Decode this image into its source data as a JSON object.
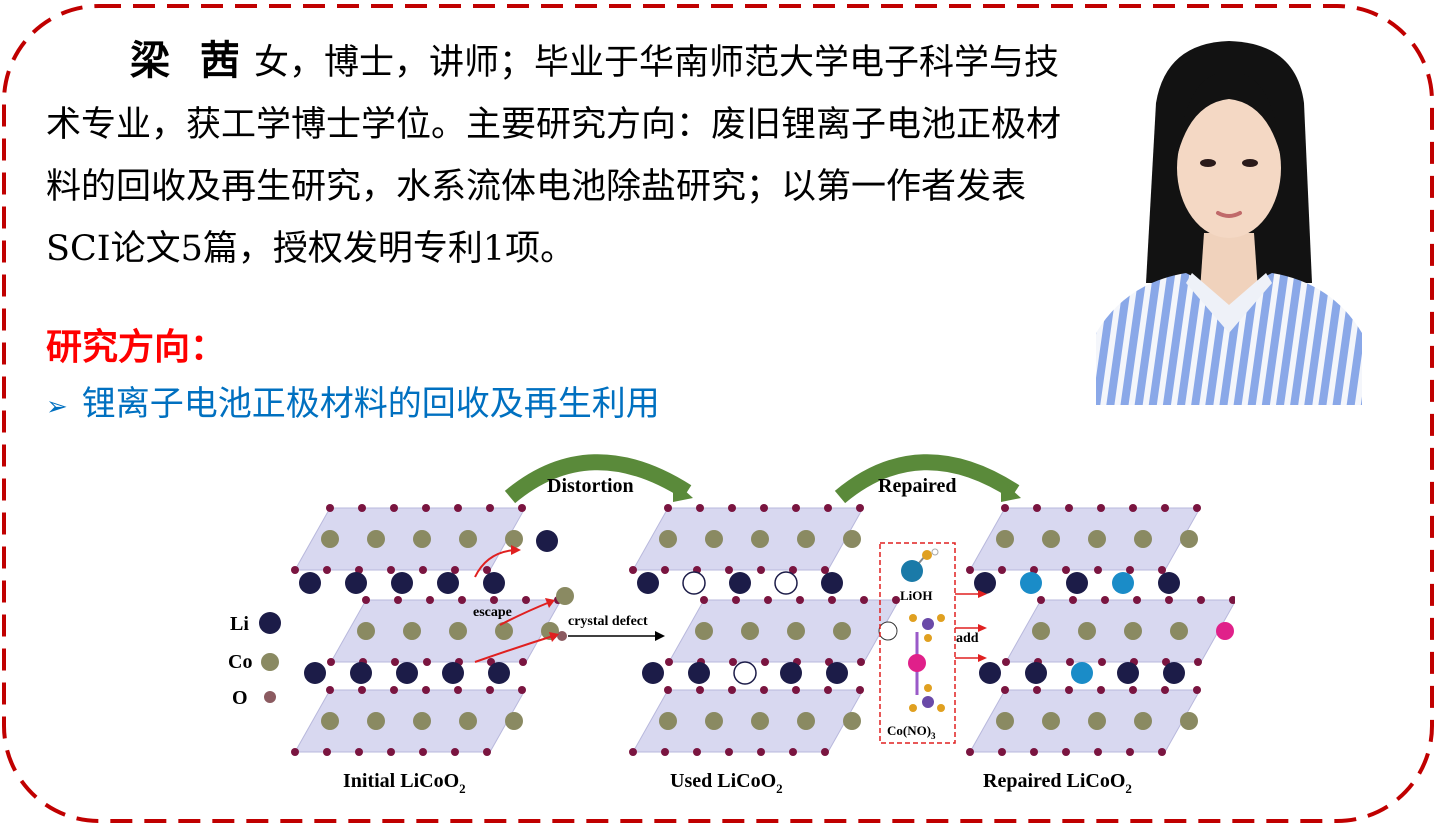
{
  "profile": {
    "name": "梁 茜",
    "bio": "女，博士，讲师；毕业于华南师范大学电子科学与技术专业，获工学博士学位。主要研究方向：废旧锂离子电池正极材料的回收及再生研究，水系流体电池除盐研究；以第一作者发表SCI论文5篇，授权发明专利1项。"
  },
  "research": {
    "heading": "研究方向：",
    "items": [
      "锂离子电池正极材料的回收及再生利用"
    ]
  },
  "figure": {
    "legend": [
      {
        "label": "Li",
        "color": "#2a2a5c"
      },
      {
        "label": "Co",
        "color": "#8a8a5a"
      },
      {
        "label": "O",
        "color": "#8b5a60"
      }
    ],
    "step1_label": "Distortion",
    "step2_label": "Repaired",
    "escape_label": "escape",
    "defect_label": "crystal defect",
    "lioh_label": "LiOH",
    "add_label": "add",
    "cono3_prefix": "Co(NO)",
    "cono3_sub": "3",
    "panel_prefix": "LiCoO",
    "panel_sub": "2",
    "panel_labels": [
      "Initial LiCoO2",
      "Used LiCoO2",
      "Repaired LiCoO2"
    ],
    "panel_names": [
      "Initial",
      "Used",
      "Repaired"
    ],
    "colors": {
      "frame": "#c00000",
      "arrow": "#5a8a3a",
      "oxygen": "#7a1540",
      "lithium": "#1c1c48",
      "cobalt": "#8a8a62",
      "repair_li": "#1a8cc8",
      "cobalt_new": "#e0208a",
      "defect_o": "#e09020",
      "slab": "#d8d8f0"
    }
  }
}
